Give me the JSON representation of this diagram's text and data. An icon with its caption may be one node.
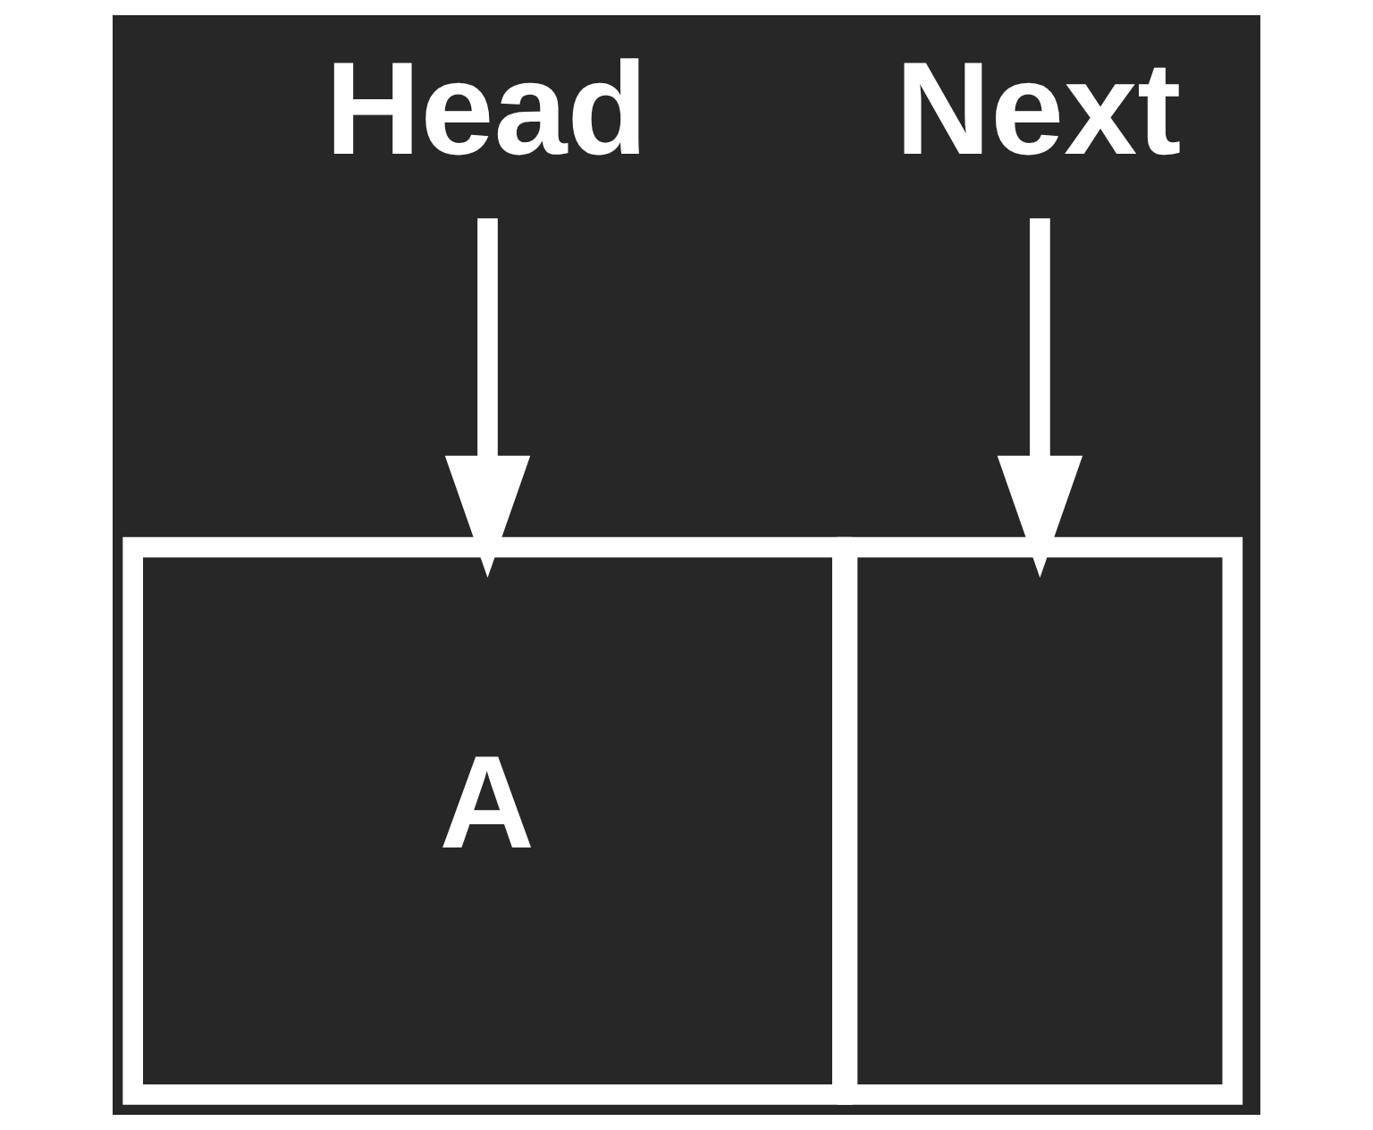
{
  "diagram": {
    "nodes": [
      {
        "text": [
          "Head"
        ]
      },
      {
        "text": [
          "Next"
        ]
      },
      {
        "text": [
          "A"
        ]
      },
      {
        "text": [],
        "shape": "box"
      }
    ],
    "edges": [
      {
        "from": 0,
        "to": 2,
        "arrow": "to"
      },
      {
        "from": 1,
        "to": 3,
        "arrow": "to"
      }
    ]
  }
}
